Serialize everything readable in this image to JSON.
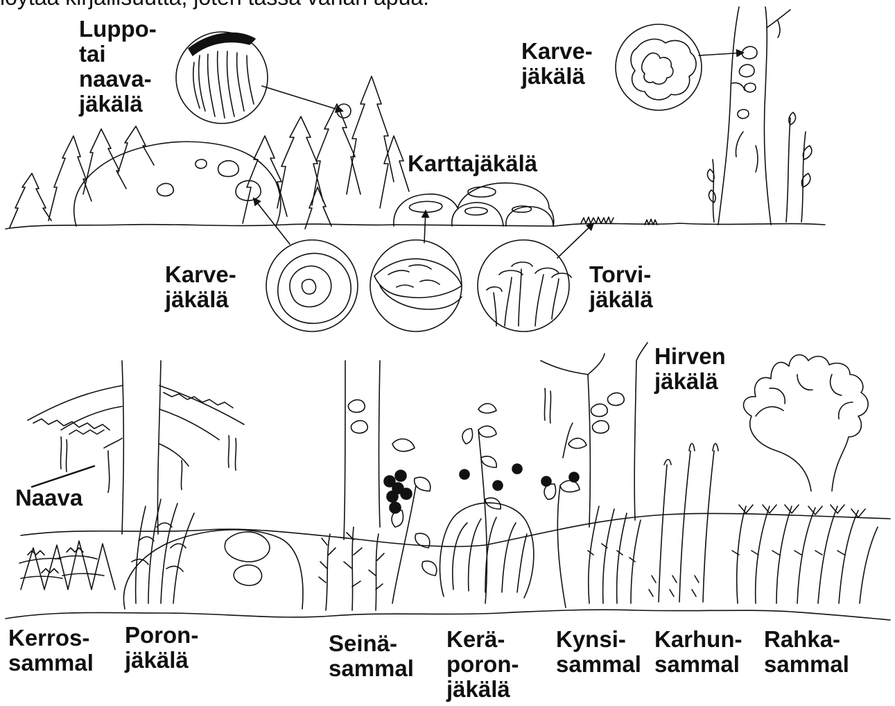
{
  "caption_fragment": "löytää kirjallisuutta, joten tässä vähän apua:",
  "colors": {
    "ink": "#111111",
    "background": "#ffffff"
  },
  "upper_scene": {
    "labels": {
      "luppo": [
        "Luppo-",
        "tai",
        "naava-",
        "jäkälä"
      ],
      "karve_tree": [
        "Karve-",
        "jäkälä"
      ],
      "kartta": [
        "Karttajäkälä"
      ],
      "karve_rock": [
        "Karve-",
        "jäkälä"
      ],
      "torvi": [
        "Torvi-",
        "jäkälä"
      ]
    }
  },
  "lower_scene": {
    "labels": {
      "naava": [
        "Naava"
      ],
      "hirven": [
        "Hirven",
        "jäkälä"
      ],
      "kerros": [
        "Kerros-",
        "sammal"
      ],
      "poron": [
        "Poron-",
        "jäkälä"
      ],
      "seina": [
        "Seinä-",
        "sammal"
      ],
      "kera": [
        "Kerä-",
        "poron-",
        "jäkälä"
      ],
      "kynsi": [
        "Kynsi-",
        "sammal"
      ],
      "karhun": [
        "Karhun-",
        "sammal"
      ],
      "rahka": [
        "Rahka-",
        "sammal"
      ]
    }
  }
}
